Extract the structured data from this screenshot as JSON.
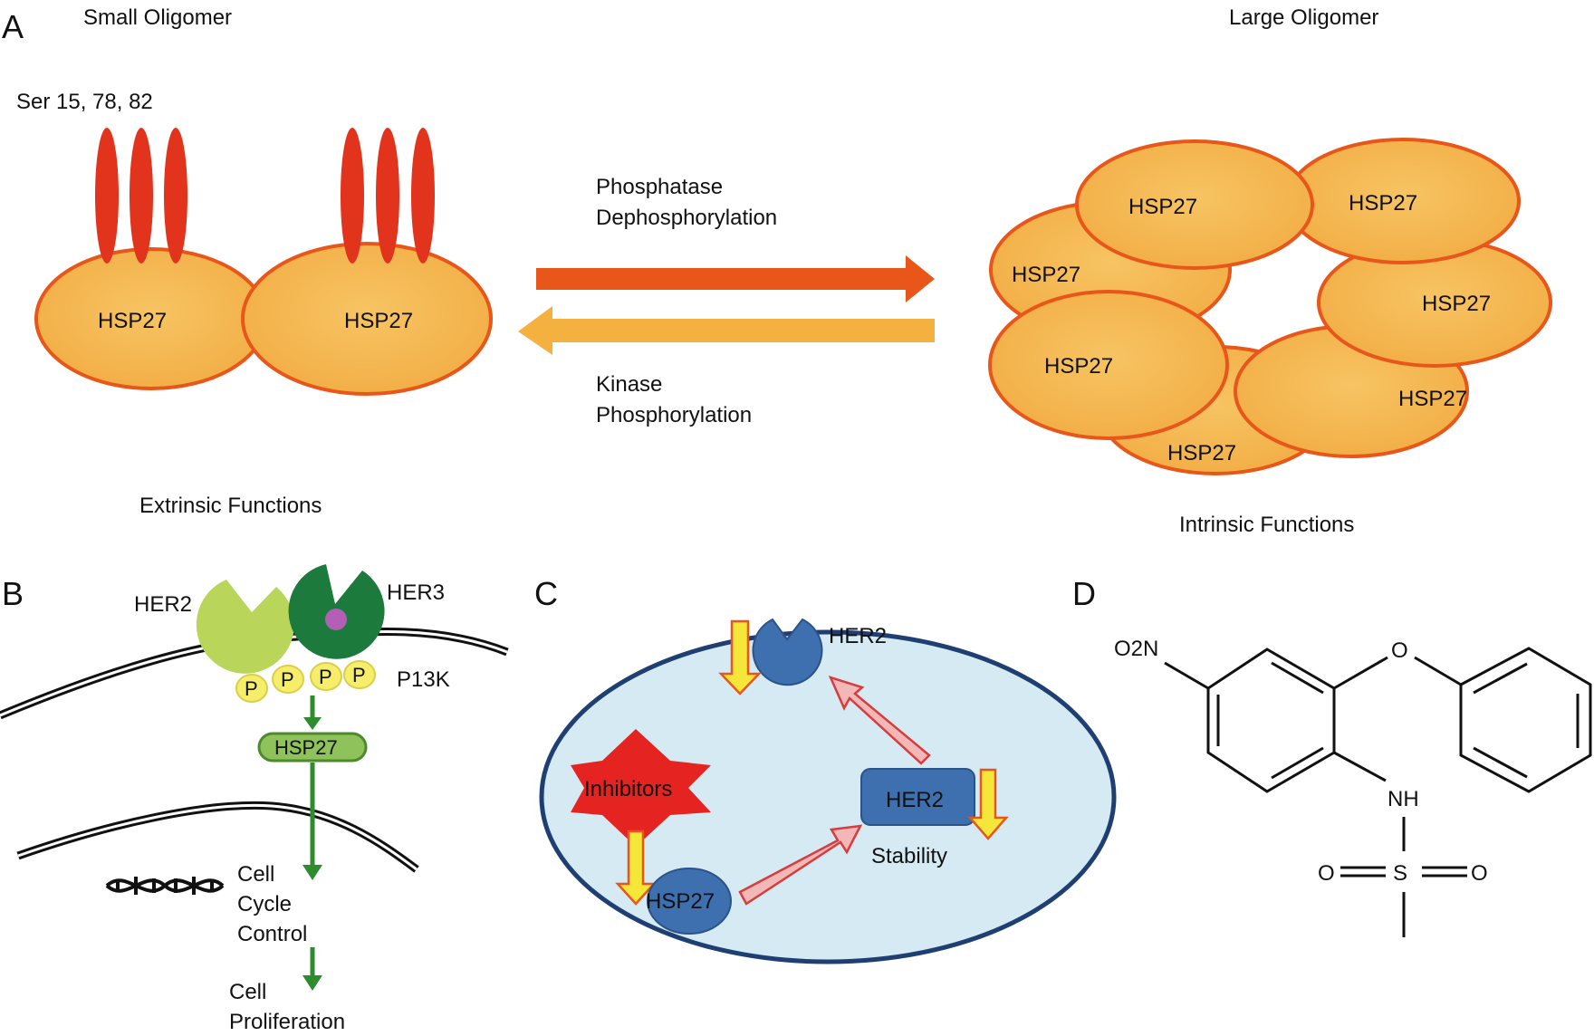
{
  "panels": {
    "a": {
      "letter": "A"
    },
    "b": {
      "letter": "B"
    },
    "c": {
      "letter": "C"
    },
    "d": {
      "letter": "D"
    }
  },
  "panel_a": {
    "small_oligomer_title": "Small Oligomer",
    "large_oligomer_title": "Large Oligomer",
    "ser_label": "Ser 15, 78, 82",
    "monomer_label": "HSP27",
    "forward_line1": "Phosphatase",
    "forward_line2": "Dephosphorylation",
    "reverse_line1": "Kinase",
    "reverse_line2": "Phosphorylation",
    "extrinsic_label": "Extrinsic Functions",
    "intrinsic_label": "Intrinsic Functions",
    "colors": {
      "monomer_fill": "#f5b74f",
      "monomer_stroke": "#e8561a",
      "phospho_bar": "#e2331c",
      "forward_arrow": "#e8561a",
      "reverse_arrow": "#f4b13f"
    }
  },
  "panel_b": {
    "her2_label": "HER2",
    "her3_label": "HER3",
    "p_label": "P",
    "pi3k_label": "P13K",
    "hsp27_label": "HSP27",
    "cell_cycle_line1": "Cell",
    "cell_cycle_line2": "Cycle",
    "cell_cycle_line3": "Control",
    "prolif_line1": "Cell",
    "prolif_line2": "Proliferation",
    "colors": {
      "her2": "#b9d65a",
      "her3": "#1b7a3c",
      "p_circle": "#f6ee6a",
      "arrow": "#2e8b2e"
    }
  },
  "panel_c": {
    "her2_top_label": "HER2",
    "inhibitors_label": "Inhibitors",
    "her2_box_label": "HER2",
    "stability_label": "Stability",
    "hsp27_label": "HSP27",
    "colors": {
      "cell_fill": "#d5eaf2",
      "cell_stroke": "#1f3f73",
      "protein": "#3e6fae",
      "inhibitor": "#e52421",
      "yellow_arrow": "#f5e63a",
      "pink_arrow": "#f2b8b8"
    }
  },
  "panel_d": {
    "o2n_label": "O2N",
    "o_label": "O",
    "nh_label": "NH",
    "s_label": "S",
    "o_left": "O",
    "o_right": "O"
  }
}
